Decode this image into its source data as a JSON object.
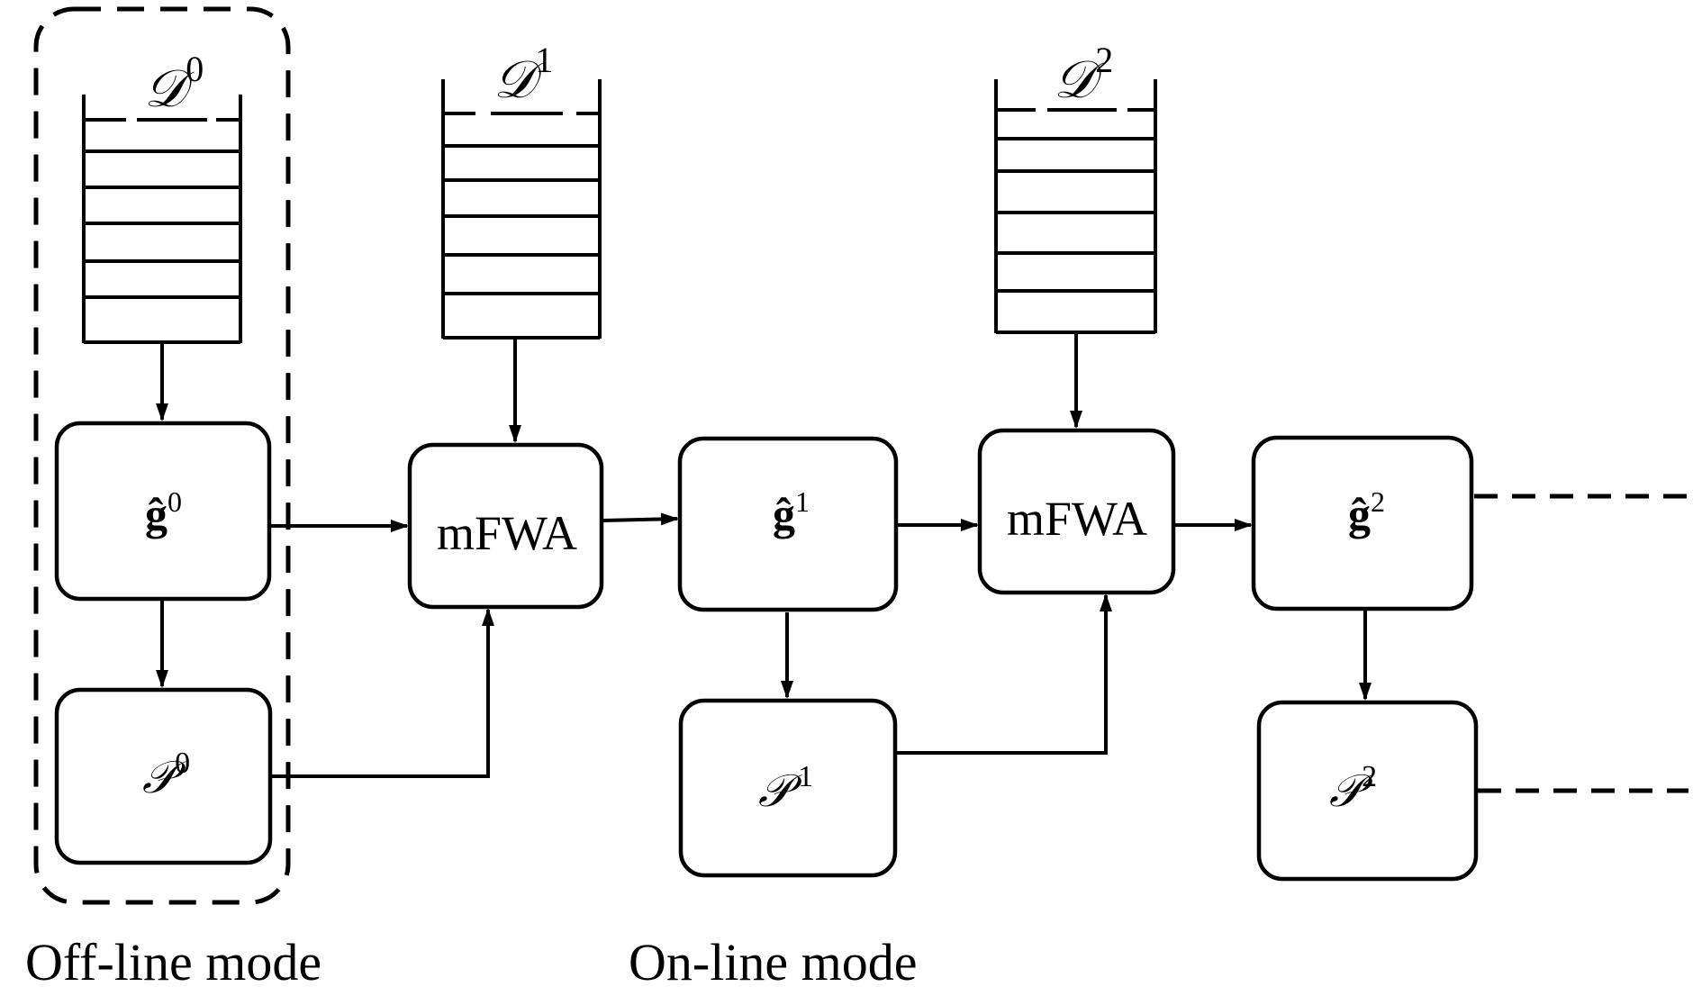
{
  "datasets": [
    {
      "symbol": "𝒟",
      "sup": "0"
    },
    {
      "symbol": "𝒟",
      "sup": "1"
    },
    {
      "symbol": "𝒟",
      "sup": "2"
    }
  ],
  "estimates": [
    {
      "symbol": "ĝ",
      "sup": "0"
    },
    {
      "symbol": "ĝ",
      "sup": "1"
    },
    {
      "symbol": "ĝ",
      "sup": "2"
    }
  ],
  "predictions": [
    {
      "symbol": "𝒫",
      "sup": "0"
    },
    {
      "symbol": "𝒫",
      "sup": "1"
    },
    {
      "symbol": "𝒫",
      "sup": "2"
    }
  ],
  "update_label": "mFWA",
  "captions": {
    "offline": "Off-line mode",
    "online": "On-line mode"
  }
}
